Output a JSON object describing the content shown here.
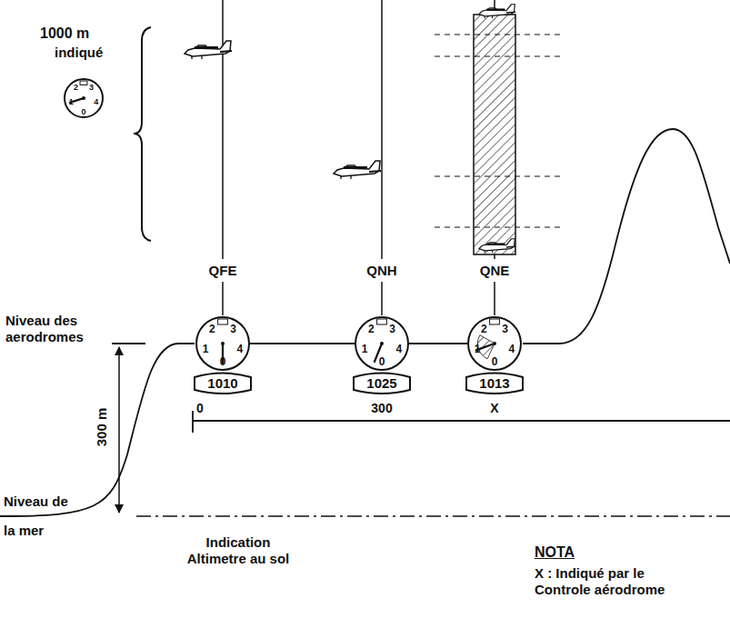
{
  "diagram": {
    "nodes": [
      {
        "text": [
          "0",
          "1",
          "2",
          "3",
          "4"
        ]
      },
      {
        "text": [
          "0",
          "1",
          "2",
          "3",
          "4"
        ]
      },
      {
        "text": [
          "1010"
        ]
      },
      {
        "text": [
          "0",
          "1",
          "2",
          "3",
          "4"
        ]
      },
      {
        "text": [
          "1025"
        ]
      },
      {
        "text": [
          "0",
          "1",
          "2",
          "3",
          "4"
        ]
      },
      {
        "text": [
          "1013"
        ]
      }
    ],
    "edges": [
      {
        "from": 1,
        "to": 3,
        "arrow": "none"
      },
      {
        "from": 3,
        "to": 5,
        "arrow": "none"
      }
    ],
    "labels": [
      "1000 m",
      "indiqué",
      "QFE",
      "QNH",
      "QNE",
      "Niveau des aerodromes",
      "300 m",
      "Niveau de la mer",
      "0",
      "300",
      "X",
      "Indication Altimetre au sol",
      "NOTA",
      "X : Indiqué par le Controle aérodrome"
    ]
  }
}
